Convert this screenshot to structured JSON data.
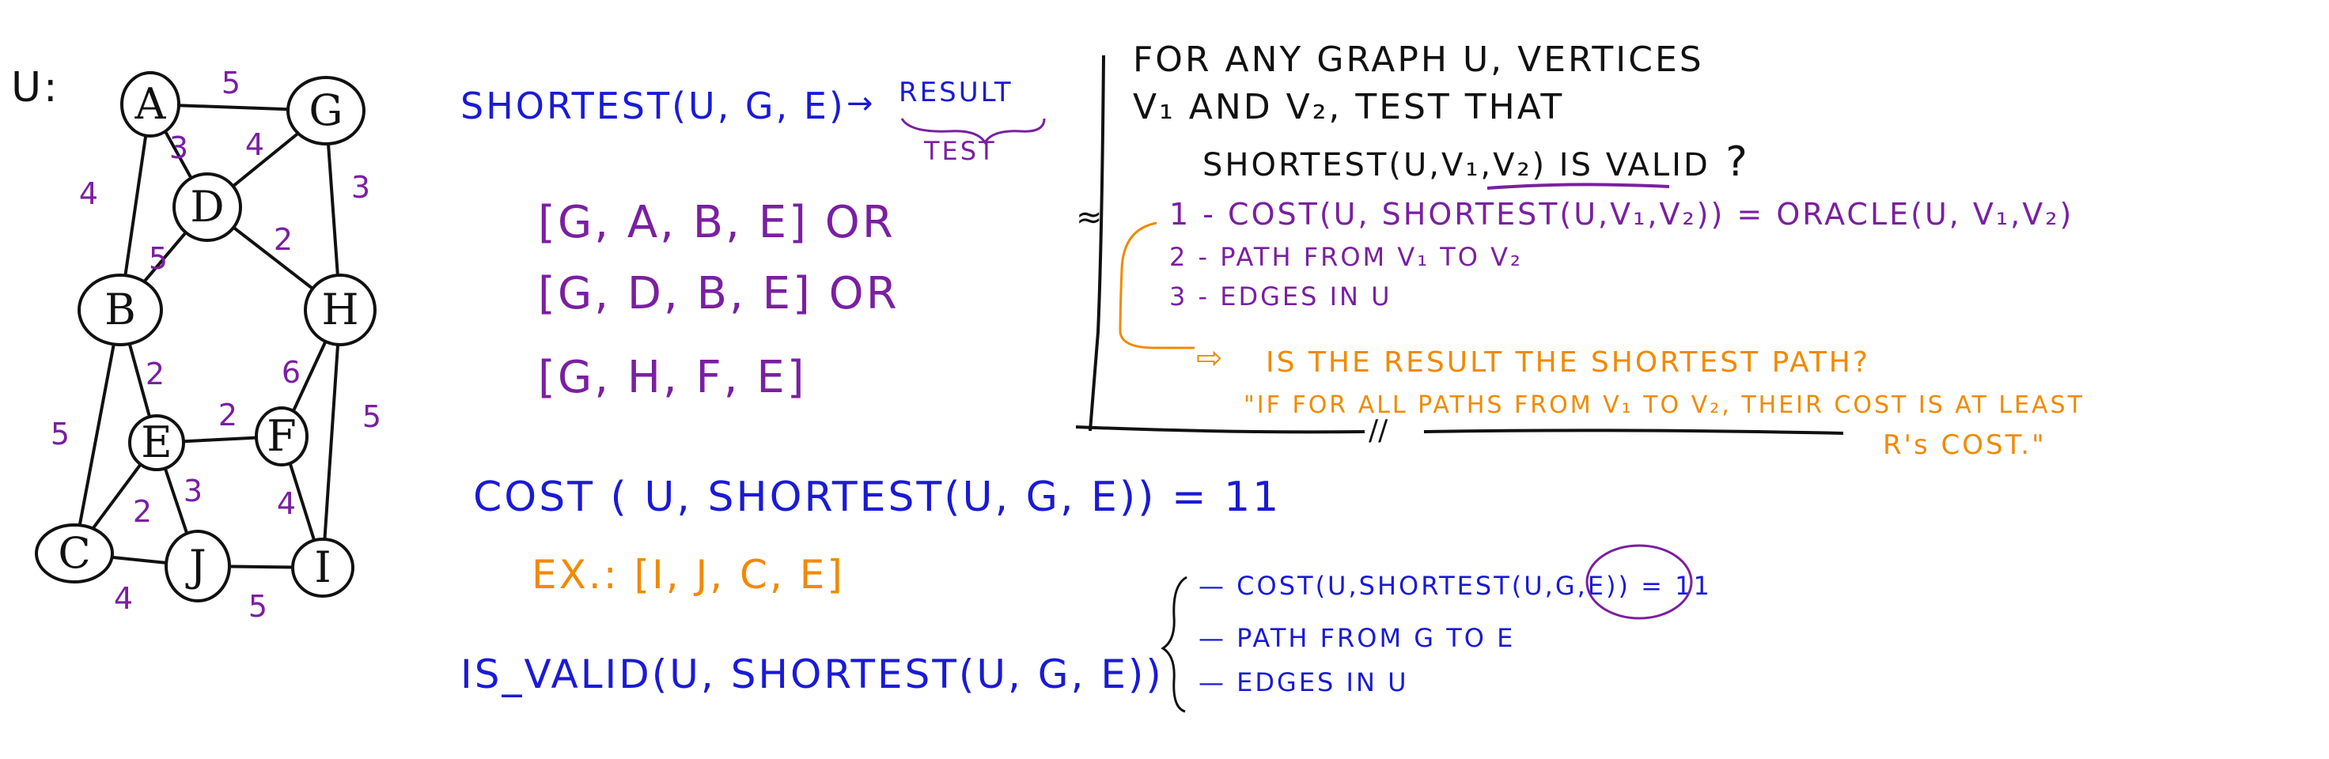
{
  "colors": {
    "black": "#111111",
    "purple": "#7a1fa2",
    "blue": "#1a1ad6",
    "orange": "#f08a00"
  },
  "graph": {
    "title": "U:",
    "nodes": [
      {
        "id": "A",
        "label": "A"
      },
      {
        "id": "G",
        "label": "G"
      },
      {
        "id": "D",
        "label": "D"
      },
      {
        "id": "B",
        "label": "B"
      },
      {
        "id": "H",
        "label": "H"
      },
      {
        "id": "E",
        "label": "E"
      },
      {
        "id": "F",
        "label": "F"
      },
      {
        "id": "C",
        "label": "C"
      },
      {
        "id": "J",
        "label": "J"
      },
      {
        "id": "I",
        "label": "I"
      }
    ],
    "edges": [
      {
        "from": "A",
        "to": "G",
        "weight": "5"
      },
      {
        "from": "A",
        "to": "D",
        "weight": "3"
      },
      {
        "from": "G",
        "to": "D",
        "weight": "4"
      },
      {
        "from": "A",
        "to": "B",
        "weight": "4"
      },
      {
        "from": "G",
        "to": "H",
        "weight": "3"
      },
      {
        "from": "D",
        "to": "B",
        "weight": "5"
      },
      {
        "from": "D",
        "to": "H",
        "weight": "2"
      },
      {
        "from": "B",
        "to": "E",
        "weight": "2"
      },
      {
        "from": "H",
        "to": "F",
        "weight": "6"
      },
      {
        "from": "B",
        "to": "C",
        "weight": "5"
      },
      {
        "from": "H",
        "to": "I",
        "weight": "5"
      },
      {
        "from": "E",
        "to": "F",
        "weight": "2"
      },
      {
        "from": "E",
        "to": "C",
        "weight": "2"
      },
      {
        "from": "E",
        "to": "J",
        "weight": "3"
      },
      {
        "from": "F",
        "to": "I",
        "weight": "4"
      },
      {
        "from": "C",
        "to": "J",
        "weight": "4"
      },
      {
        "from": "J",
        "to": "I",
        "weight": "5"
      }
    ]
  },
  "middle": {
    "shortest_call": "SHORTEST(U, G, E)",
    "arrow": "→",
    "result": "RESULT",
    "test": "TEST",
    "paths": [
      "[G, A, B, E] OR",
      "[G, D, B, E] OR",
      "[G, H, F, E]"
    ],
    "cost_line": "COST ( U, SHORTEST(U, G, E)) = 11",
    "example": "EX.: [I, J, C, E]",
    "is_valid": "IS_VALID(U, SHORTEST(U, G, E))",
    "checks": [
      "— COST(U,SHORTEST(U,G,E)) = 11",
      "— PATH FROM G TO E",
      "— EDGES IN U"
    ]
  },
  "right": {
    "line1": "FOR ANY GRAPH U, VERTICES",
    "line2": "V₁ AND V₂, TEST THAT",
    "line3_a": "SHORTEST(U,V₁,V₂) ",
    "line3_b": "IS VALID",
    "line3_c": " ?",
    "approx": "≈",
    "conds": [
      "1 - COST(U, SHORTEST(U,V₁,V₂)) = ORACLE(U, V₁,V₂)",
      "2 - PATH FROM V₁ TO V₂",
      "3 - EDGES IN U"
    ],
    "orange1": "IS THE RESULT THE SHORTEST PATH?",
    "orange2": "\"IF FOR ALL PATHS FROM V₁ TO V₂, THEIR COST IS AT LEAST",
    "orange3": "R's COST.\"",
    "break_mark": "//"
  }
}
